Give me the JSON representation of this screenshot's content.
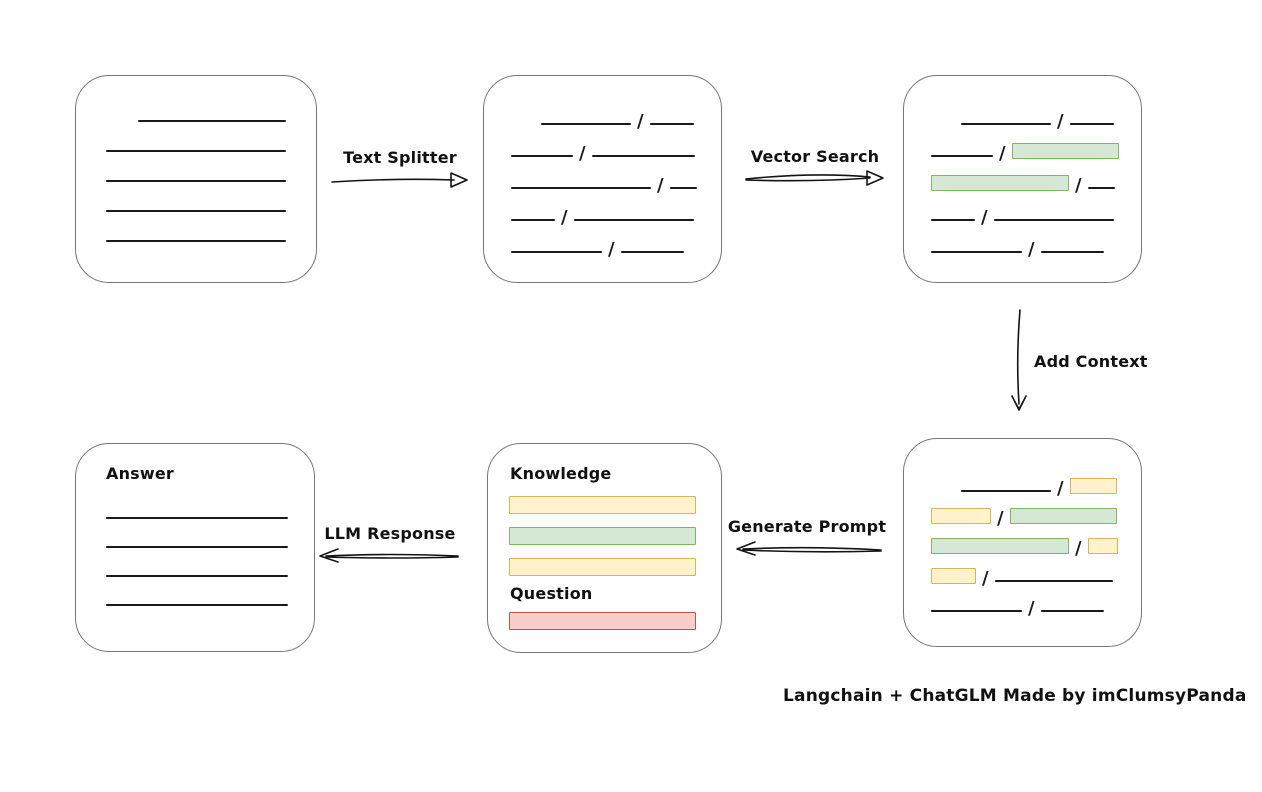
{
  "caption": "Langchain + ChatGLM Made by imClumsyPanda",
  "labels": {
    "text_splitter": "Text Splitter",
    "vector_search": "Vector Search",
    "add_context": "Add Context",
    "generate_prompt": "Generate Prompt",
    "llm_response": "LLM Response"
  },
  "colors": {
    "green_fill": "#d5e8d4",
    "green_border": "#82b366",
    "yellow_fill": "#fff2cc",
    "yellow_border": "#d6b656",
    "red_fill": "#f8cecc",
    "red_border": "#b85450",
    "node_border": "#767676",
    "ink": "#1a1a1a"
  },
  "document_box": {
    "lines": [
      {
        "w": 148,
        "indent": 32
      },
      {
        "w": 180
      },
      {
        "w": 180
      },
      {
        "w": 180
      },
      {
        "w": 180
      }
    ]
  },
  "split_box": {
    "rows": [
      {
        "indent": 30,
        "segs": [
          {
            "t": "line",
            "w": 90
          },
          {
            "t": "slash"
          },
          {
            "t": "line",
            "w": 44
          }
        ]
      },
      {
        "segs": [
          {
            "t": "line",
            "w": 62
          },
          {
            "t": "slash"
          },
          {
            "t": "line",
            "w": 103
          }
        ]
      },
      {
        "segs": [
          {
            "t": "line",
            "w": 140
          },
          {
            "t": "slash"
          },
          {
            "t": "line",
            "w": 27
          }
        ]
      },
      {
        "segs": [
          {
            "t": "line",
            "w": 44
          },
          {
            "t": "slash"
          },
          {
            "t": "line",
            "w": 120
          }
        ]
      },
      {
        "segs": [
          {
            "t": "line",
            "w": 91
          },
          {
            "t": "slash"
          },
          {
            "t": "line",
            "w": 63
          }
        ]
      }
    ]
  },
  "search_box": {
    "rows": [
      {
        "indent": 30,
        "segs": [
          {
            "t": "line",
            "w": 90
          },
          {
            "t": "slash"
          },
          {
            "t": "line",
            "w": 44
          }
        ]
      },
      {
        "segs": [
          {
            "t": "line",
            "w": 62
          },
          {
            "t": "slash"
          },
          {
            "t": "green",
            "w": 107
          }
        ]
      },
      {
        "segs": [
          {
            "t": "green",
            "w": 138
          },
          {
            "t": "slash"
          },
          {
            "t": "line",
            "w": 27
          }
        ]
      },
      {
        "segs": [
          {
            "t": "line",
            "w": 44
          },
          {
            "t": "slash"
          },
          {
            "t": "line",
            "w": 120
          }
        ]
      },
      {
        "segs": [
          {
            "t": "line",
            "w": 91
          },
          {
            "t": "slash"
          },
          {
            "t": "line",
            "w": 63
          }
        ]
      }
    ]
  },
  "context_box": {
    "rows": [
      {
        "indent": 30,
        "segs": [
          {
            "t": "line",
            "w": 90
          },
          {
            "t": "slash"
          },
          {
            "t": "yellow",
            "w": 47
          }
        ]
      },
      {
        "segs": [
          {
            "t": "yellow",
            "w": 60
          },
          {
            "t": "slash"
          },
          {
            "t": "green",
            "w": 107
          }
        ]
      },
      {
        "segs": [
          {
            "t": "green",
            "w": 138
          },
          {
            "t": "slash"
          },
          {
            "t": "yellow",
            "w": 30
          }
        ]
      },
      {
        "segs": [
          {
            "t": "yellow",
            "w": 45
          },
          {
            "t": "slash"
          },
          {
            "t": "line",
            "w": 118
          }
        ]
      },
      {
        "segs": [
          {
            "t": "line",
            "w": 91
          },
          {
            "t": "slash"
          },
          {
            "t": "line",
            "w": 63
          }
        ]
      }
    ]
  },
  "prompt_box": {
    "knowledge_label": "Knowledge",
    "knowledge_bars": [
      "yellow",
      "green",
      "yellow"
    ],
    "question_label": "Question",
    "question_bars": [
      "red"
    ]
  },
  "answer_box": {
    "label": "Answer",
    "lines": [
      {
        "w": 182
      },
      {
        "w": 182
      },
      {
        "w": 182
      },
      {
        "w": 182
      }
    ]
  }
}
